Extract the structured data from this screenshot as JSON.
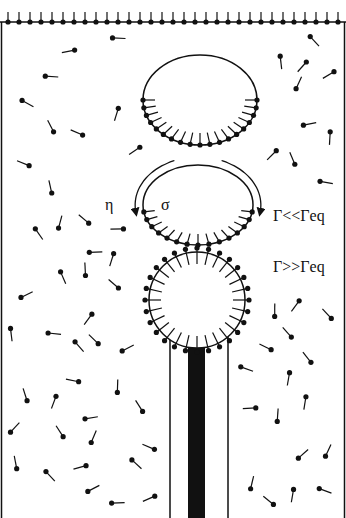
{
  "diagram": {
    "labels": [
      "η",
      "σ",
      "Γ<<Γeq",
      "Γ>>Γeq"
    ]
  }
}
